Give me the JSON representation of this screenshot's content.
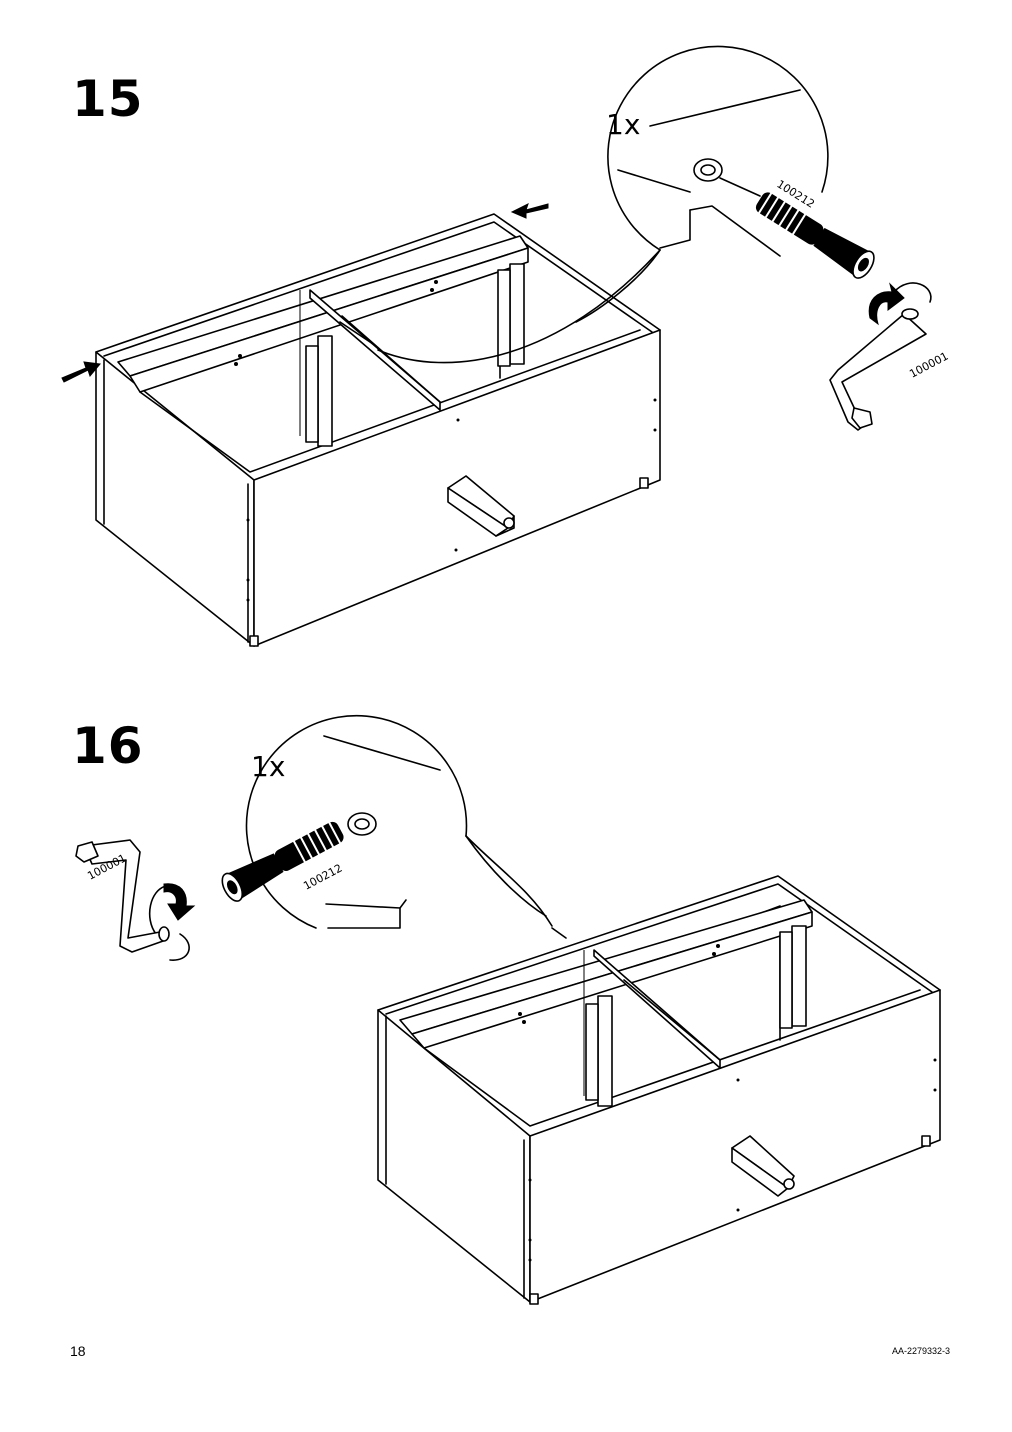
{
  "steps": [
    {
      "number": "15",
      "quantity": "1x",
      "screw_part": "100212",
      "tool_part": "100001"
    },
    {
      "number": "16",
      "quantity": "1x",
      "screw_part": "100212",
      "tool_part": "100001"
    }
  ],
  "footer": {
    "page_number": "18",
    "document_code": "AA-2279332-3"
  },
  "icons": [
    "push-arrow-icon",
    "rotate-arrow-icon",
    "allen-key-icon",
    "cam-screw-icon"
  ]
}
